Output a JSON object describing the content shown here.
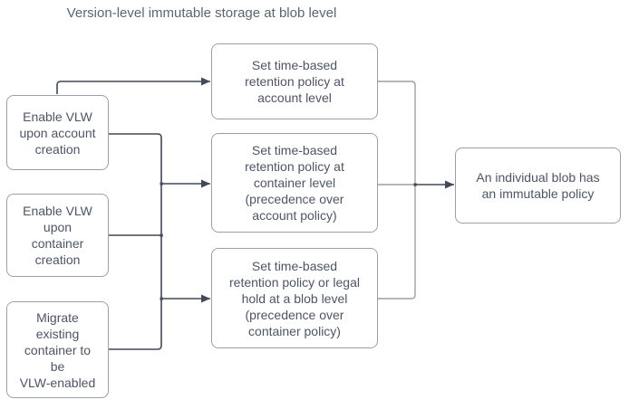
{
  "title": "Version-level immutable storage at blob level",
  "colors": {
    "background": "#ffffff",
    "box_fill": "#ffffff",
    "box_border": "#9aa0a7",
    "box_text": "#4d5565",
    "title_text": "#5b6570",
    "connector_dark": "#424a57",
    "connector_light": "#9aa1a8"
  },
  "nodes": {
    "left": [
      {
        "label": "Enable VLW\nupon account\ncreation"
      },
      {
        "label": "Enable VLW\nupon\ncontainer\ncreation"
      },
      {
        "label": "Migrate\nexisting\ncontainer to\nbe\nVLW-enabled"
      }
    ],
    "middle": [
      {
        "label": "Set time-based\nretention policy at\naccount level"
      },
      {
        "label": "Set time-based\nretention policy at\ncontainer level\n(precedence over\naccount policy)"
      },
      {
        "label": "Set time-based\nretention policy or legal\nhold at a blob level\n(precedence over\ncontainer policy)"
      }
    ],
    "right": [
      {
        "label": "An individual blob has\nan immutable policy"
      }
    ]
  }
}
